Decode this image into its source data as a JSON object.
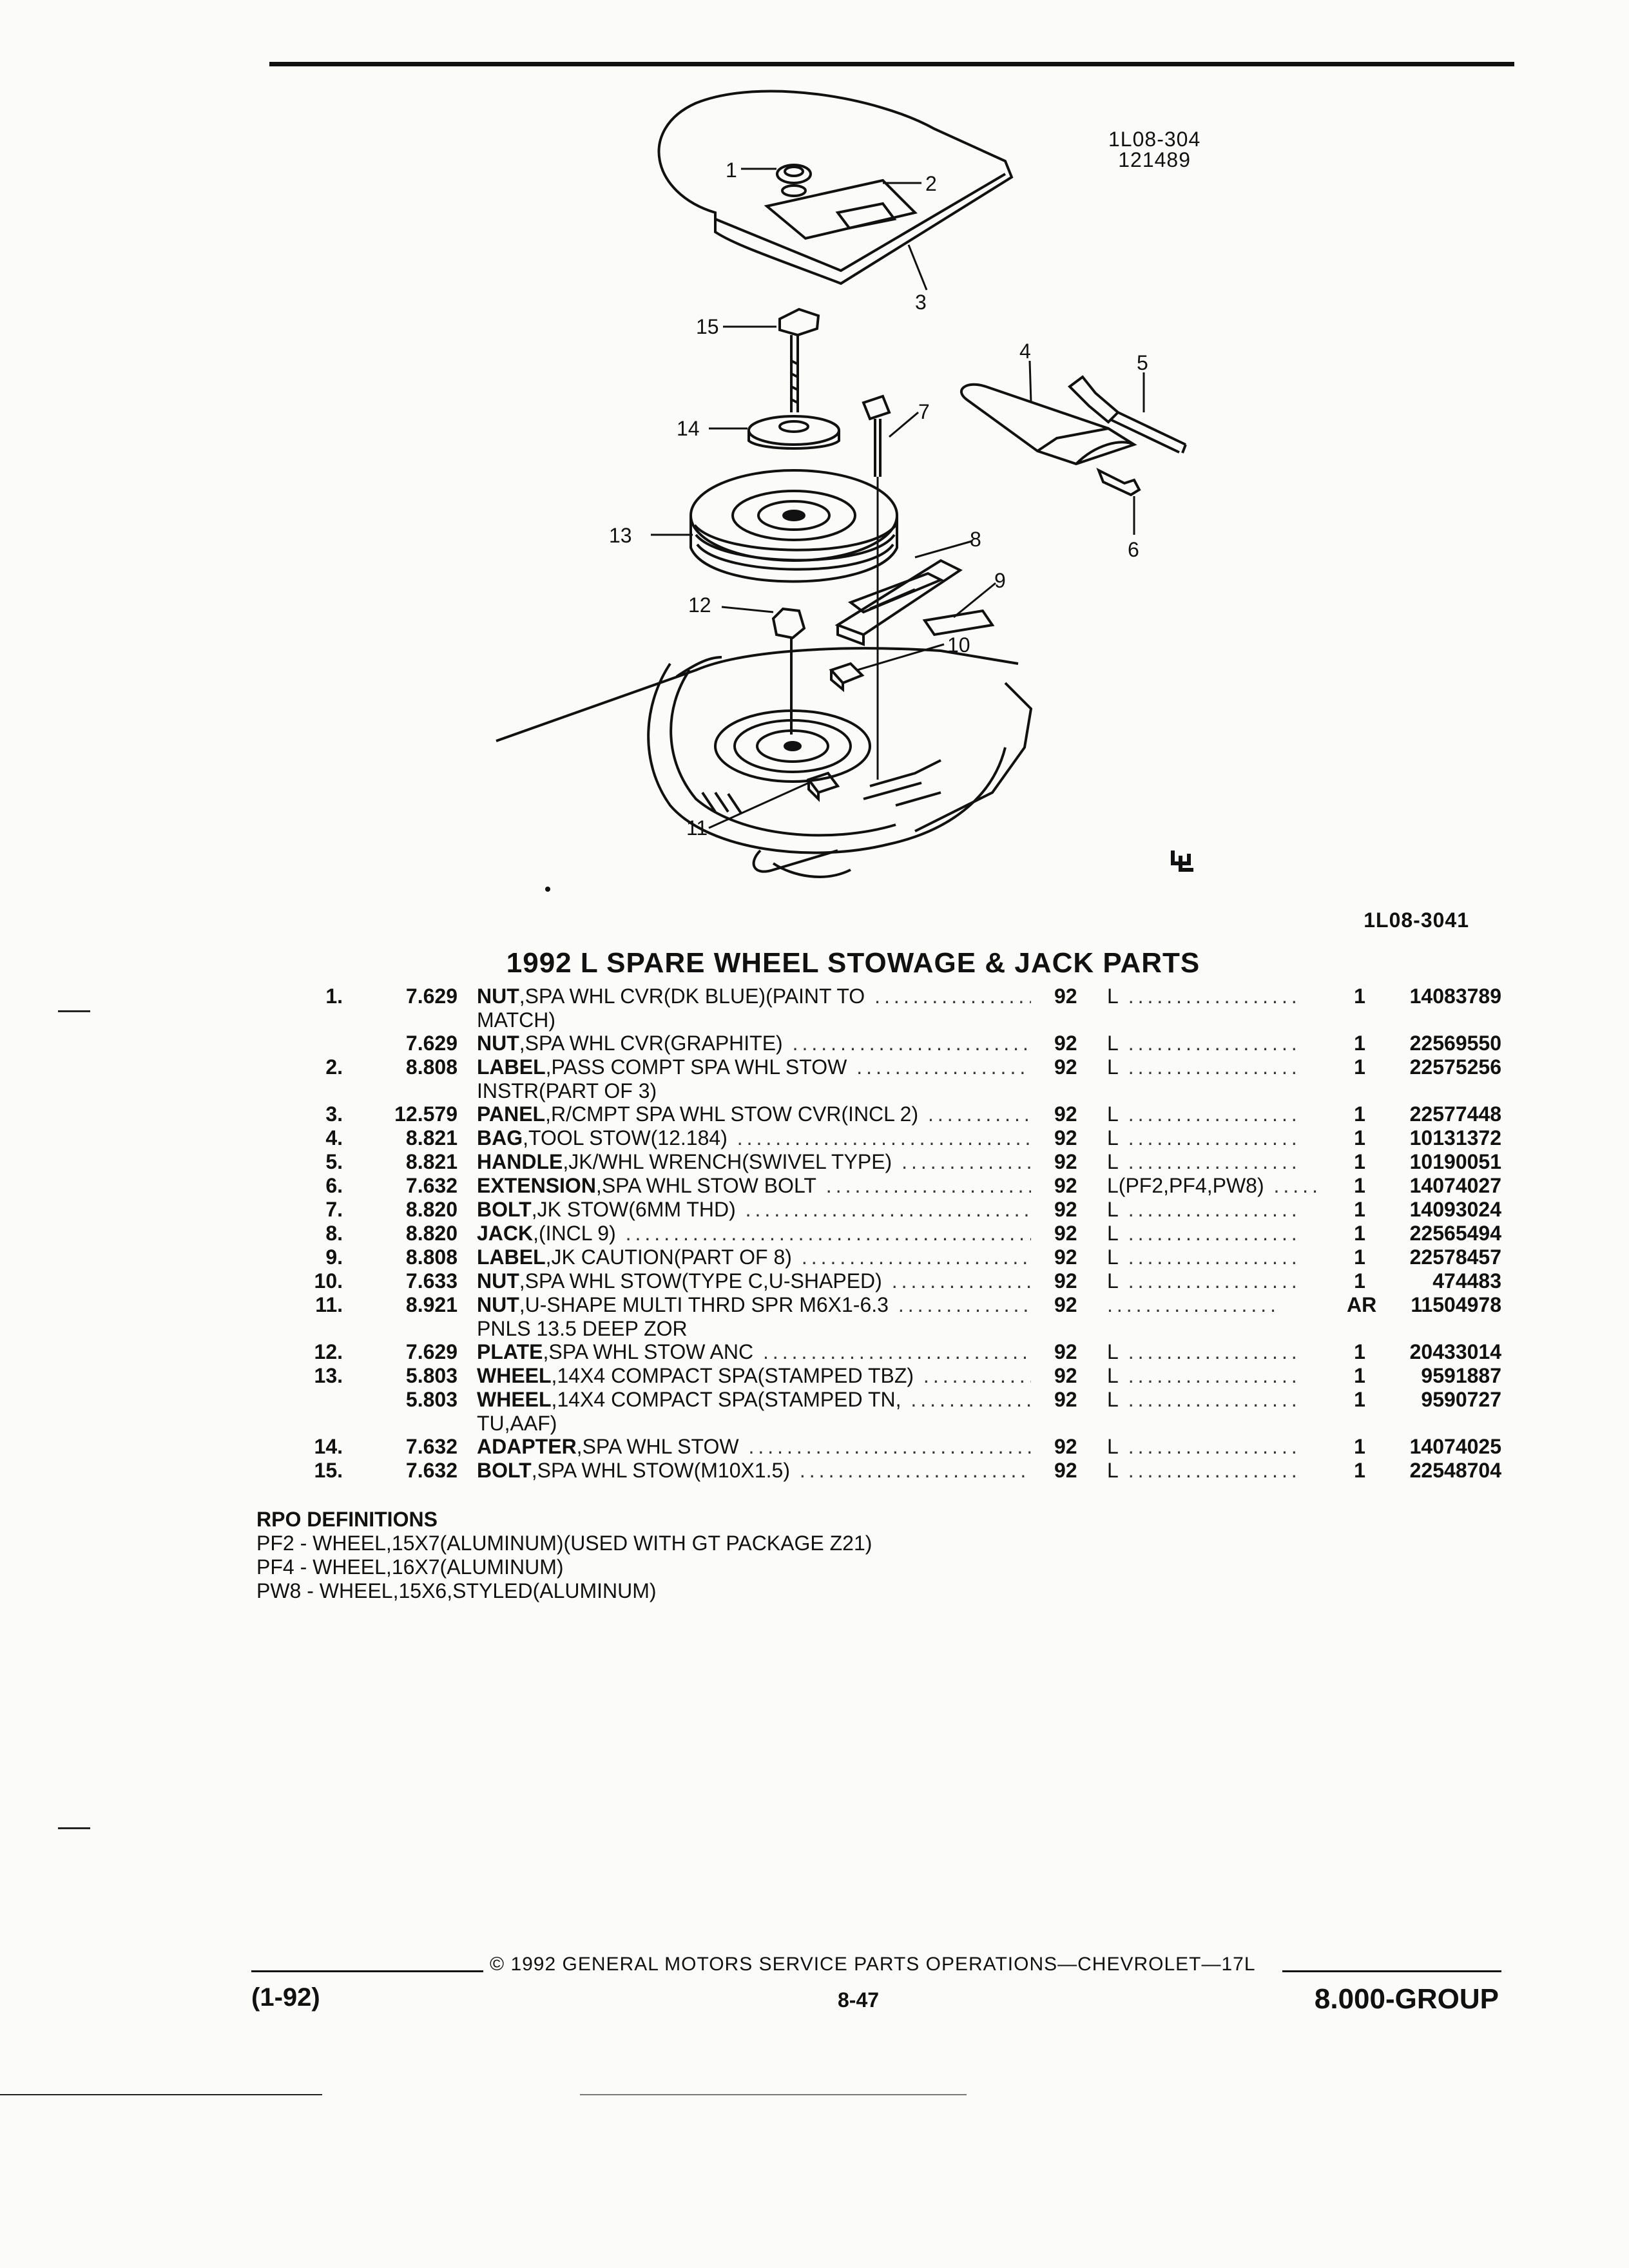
{
  "header": {
    "figure_code_line1": "1L08-304",
    "figure_code_line2": "121489",
    "figure_ref": "1L08-3041",
    "gm_logo": "GM"
  },
  "diagram": {
    "callouts": [
      "1",
      "2",
      "3",
      "4",
      "5",
      "6",
      "7",
      "8",
      "9",
      "10",
      "11",
      "12",
      "13",
      "14",
      "15"
    ]
  },
  "title": "1992 L SPARE WHEEL STOWAGE & JACK PARTS",
  "parts": [
    {
      "item": "1.",
      "section": "7.629",
      "name": "NUT",
      "desc": ",SPA WHL CVR(DK BLUE)(PAINT TO",
      "year": "92",
      "model": "L",
      "qty": "1",
      "part_no": "14083789"
    },
    {
      "item": "",
      "section": "",
      "name": "",
      "desc": "MATCH)",
      "year": "",
      "model": "",
      "qty": "",
      "part_no": ""
    },
    {
      "item": "",
      "section": "7.629",
      "name": "NUT",
      "desc": ",SPA WHL CVR(GRAPHITE)",
      "year": "92",
      "model": "L",
      "qty": "1",
      "part_no": "22569550"
    },
    {
      "item": "2.",
      "section": "8.808",
      "name": "LABEL",
      "desc": ",PASS COMPT SPA WHL STOW",
      "year": "92",
      "model": "L",
      "qty": "1",
      "part_no": "22575256"
    },
    {
      "item": "",
      "section": "",
      "name": "",
      "desc": "INSTR(PART OF 3)",
      "year": "",
      "model": "",
      "qty": "",
      "part_no": ""
    },
    {
      "item": "3.",
      "section": "12.579",
      "name": "PANEL",
      "desc": ",R/CMPT SPA WHL STOW CVR(INCL 2)",
      "year": "92",
      "model": "L",
      "qty": "1",
      "part_no": "22577448"
    },
    {
      "item": "4.",
      "section": "8.821",
      "name": "BAG",
      "desc": ",TOOL STOW(12.184)",
      "year": "92",
      "model": "L",
      "qty": "1",
      "part_no": "10131372"
    },
    {
      "item": "5.",
      "section": "8.821",
      "name": "HANDLE",
      "desc": ",JK/WHL WRENCH(SWIVEL TYPE)",
      "year": "92",
      "model": "L",
      "qty": "1",
      "part_no": "10190051"
    },
    {
      "item": "6.",
      "section": "7.632",
      "name": "EXTENSION",
      "desc": ",SPA WHL STOW BOLT",
      "year": "92",
      "model": "L(PF2,PF4,PW8)",
      "qty": "1",
      "part_no": "14074027"
    },
    {
      "item": "7.",
      "section": "8.820",
      "name": "BOLT",
      "desc": ",JK STOW(6MM THD)",
      "year": "92",
      "model": "L",
      "qty": "1",
      "part_no": "14093024"
    },
    {
      "item": "8.",
      "section": "8.820",
      "name": "JACK",
      "desc": ",(INCL 9)",
      "year": "92",
      "model": "L",
      "qty": "1",
      "part_no": "22565494"
    },
    {
      "item": "9.",
      "section": "8.808",
      "name": "LABEL",
      "desc": ",JK CAUTION(PART OF 8)",
      "year": "92",
      "model": "L",
      "qty": "1",
      "part_no": "22578457"
    },
    {
      "item": "10.",
      "section": "7.633",
      "name": "NUT",
      "desc": ",SPA WHL STOW(TYPE C,U-SHAPED)",
      "year": "92",
      "model": "L",
      "qty": "1",
      "part_no": "474483"
    },
    {
      "item": "11.",
      "section": "8.921",
      "name": "NUT",
      "desc": ",U-SHAPE MULTI THRD SPR M6X1-6.3",
      "year": "92",
      "model": "",
      "qty": "AR",
      "part_no": "11504978"
    },
    {
      "item": "",
      "section": "",
      "name": "",
      "desc": "PNLS 13.5 DEEP ZOR",
      "year": "",
      "model": "",
      "qty": "",
      "part_no": ""
    },
    {
      "item": "12.",
      "section": "7.629",
      "name": "PLATE",
      "desc": ",SPA WHL STOW ANC",
      "year": "92",
      "model": "L",
      "qty": "1",
      "part_no": "20433014"
    },
    {
      "item": "13.",
      "section": "5.803",
      "name": "WHEEL",
      "desc": ",14X4 COMPACT SPA(STAMPED TBZ)",
      "year": "92",
      "model": "L",
      "qty": "1",
      "part_no": "9591887"
    },
    {
      "item": "",
      "section": "5.803",
      "name": "WHEEL",
      "desc": ",14X4 COMPACT SPA(STAMPED TN,",
      "year": "92",
      "model": "L",
      "qty": "1",
      "part_no": "9590727"
    },
    {
      "item": "",
      "section": "",
      "name": "",
      "desc": "TU,AAF)",
      "year": "",
      "model": "",
      "qty": "",
      "part_no": ""
    },
    {
      "item": "14.",
      "section": "7.632",
      "name": "ADAPTER",
      "desc": ",SPA WHL STOW",
      "year": "92",
      "model": "L",
      "qty": "1",
      "part_no": "14074025"
    },
    {
      "item": "15.",
      "section": "7.632",
      "name": "BOLT",
      "desc": ",SPA WHL STOW(M10X1.5)",
      "year": "92",
      "model": "L",
      "qty": "1",
      "part_no": "22548704"
    }
  ],
  "rpo": {
    "heading": "RPO DEFINITIONS",
    "lines": [
      "PF2 - WHEEL,15X7(ALUMINUM)(USED WITH GT PACKAGE Z21)",
      "PF4 - WHEEL,16X7(ALUMINUM)",
      "PW8 - WHEEL,15X6,STYLED(ALUMINUM)"
    ]
  },
  "footer": {
    "copyright": "© 1992 GENERAL MOTORS SERVICE PARTS OPERATIONS—CHEVROLET—17L",
    "date": "(1-92)",
    "page": "8-47",
    "group": "8.000-GROUP"
  }
}
